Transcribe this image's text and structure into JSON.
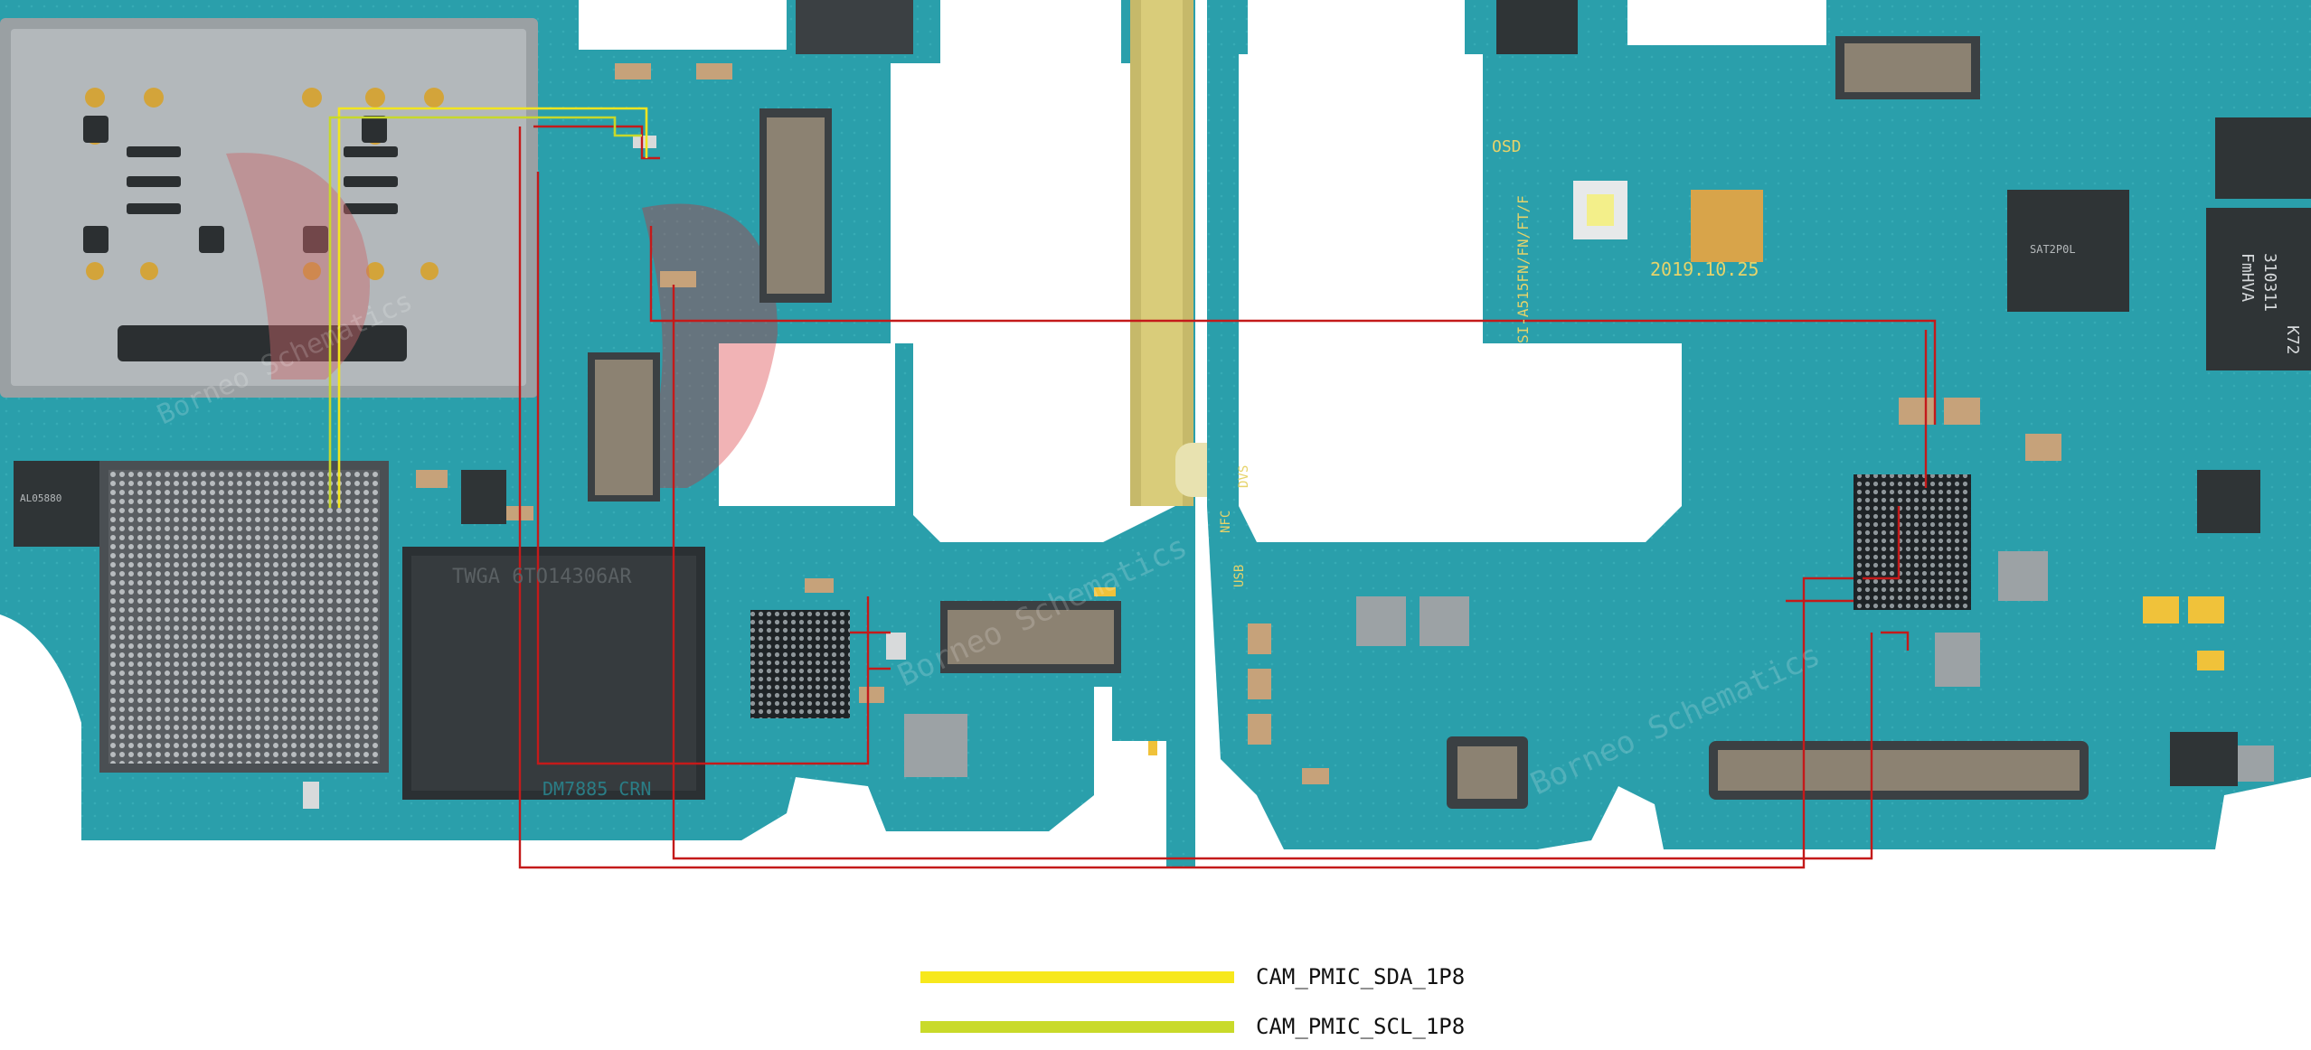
{
  "board_markings": {
    "ic_left_label": "TWGA 6TO14306AR",
    "bottom_label": "DM7885 CRN",
    "date_code": "2019.10.25",
    "model_code": "SI-A515FN/FN/FT/F",
    "chip_right_1": "FmHVA",
    "chip_right_2": "310311",
    "chip_right_3": "K72",
    "chip_small_1": "AL05880",
    "chip_small_2": "SAT2P0L",
    "osd_label": "OSD",
    "nfc_label": "NFC",
    "dvs_label": "DVS",
    "usb_label": "USB",
    "watermark": "Borneo Schematics"
  },
  "traces": {
    "sda_color": "#f2e51f",
    "scl_color": "#c7d82b",
    "route_color": "#c41a1a"
  },
  "legend": {
    "items": [
      {
        "label": "CAM_PMIC_SDA_1P8",
        "color": "#f7e81c"
      },
      {
        "label": "CAM_PMIC_SCL_1P8",
        "color": "#c9da2a"
      }
    ]
  }
}
